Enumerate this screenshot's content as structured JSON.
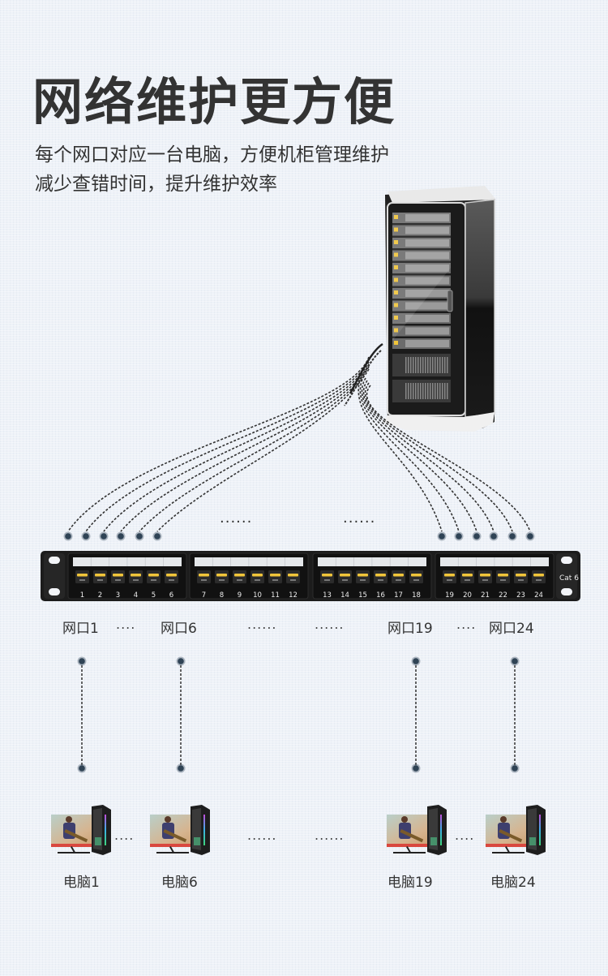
{
  "header": {
    "title": "网络维护更方便",
    "subtitle_lines": [
      "每个网口对应一台电脑，方便机柜管理维护",
      "减少查错时间，提升维护效率"
    ]
  },
  "patch_panel": {
    "badge": "Cat 6",
    "port_numbers": [
      "1",
      "2",
      "3",
      "4",
      "5",
      "6",
      "7",
      "8",
      "9",
      "10",
      "11",
      "12",
      "13",
      "14",
      "15",
      "16",
      "17",
      "18",
      "19",
      "20",
      "21",
      "22",
      "23",
      "24"
    ],
    "port_count": 24,
    "group_count": 4
  },
  "cable_ellipsis": "......",
  "port_labels": [
    {
      "text": "网口1"
    },
    {
      "text": "网口6"
    },
    {
      "text": "网口19"
    },
    {
      "text": "网口24"
    }
  ],
  "port_ellipses": [
    "....",
    "......",
    "......",
    "...."
  ],
  "computers": [
    {
      "label": "电脑1"
    },
    {
      "label": "电脑6"
    },
    {
      "label": "电脑19"
    },
    {
      "label": "电脑24"
    }
  ],
  "computer_ellipses": [
    "....",
    "......",
    "......",
    "...."
  ],
  "colors": {
    "background": "#eef2f8",
    "text": "#333333",
    "dot": "#2f4355",
    "cable": "#333333",
    "panel": "#1c1c1c",
    "jack_contact": "#f0c53a",
    "rack": "#262626"
  },
  "icons": {
    "server_rack": "server-rack-icon",
    "patch_panel": "patch-panel-icon",
    "desktop_pc": "desktop-computer-icon"
  }
}
